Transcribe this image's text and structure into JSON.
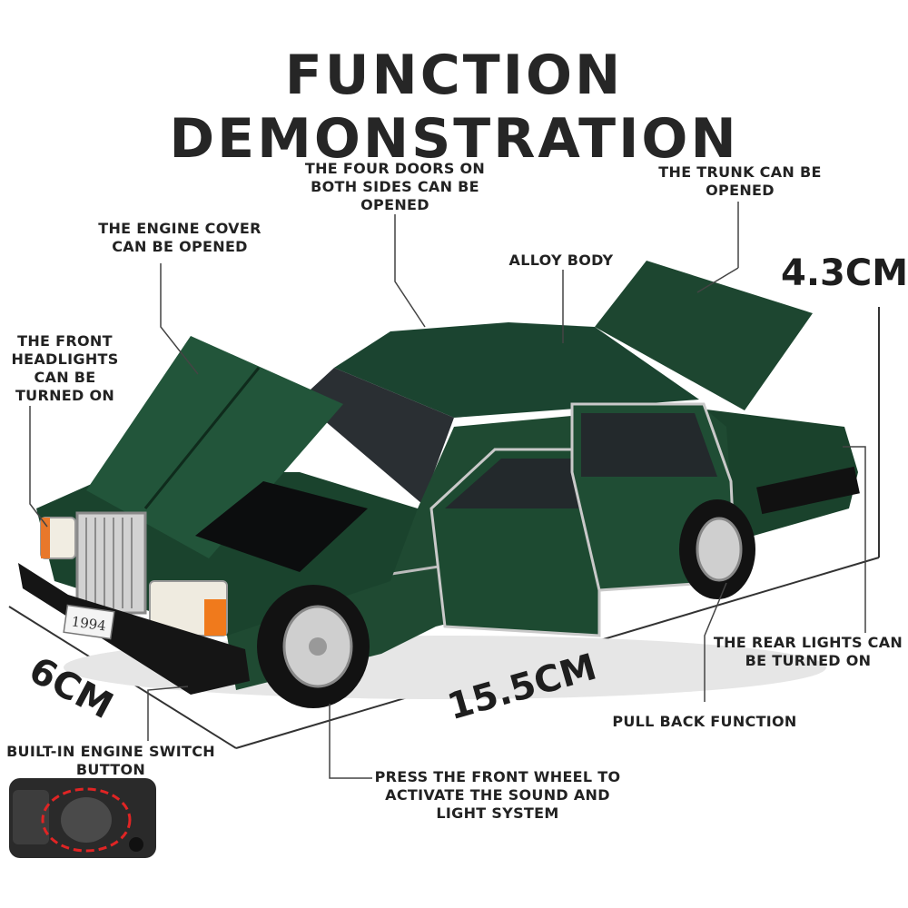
{
  "header": {
    "title": "FUNCTION DEMONSTRATION"
  },
  "labels": {
    "doors": "THE FOUR DOORS ON\nBOTH SIDES CAN BE\nOPENED",
    "trunk": "THE TRUNK CAN BE\nOPENED",
    "engine_cover": "THE ENGINE COVER\nCAN BE OPENED",
    "alloy": "ALLOY BODY",
    "headlights": "THE FRONT\nHEADLIGHTS\nCAN BE\nTURNED ON",
    "rear_lights": "THE REAR LIGHTS CAN\nBE TURNED ON",
    "pull_back": "PULL BACK FUNCTION",
    "engine_switch": "BUILT-IN ENGINE SWITCH\nBUTTON",
    "front_wheel": "PRESS THE FRONT WHEEL TO\nACTIVATE THE SOUND AND\nLIGHT SYSTEM"
  },
  "dimensions": {
    "height": "4.3CM",
    "width": "6CM",
    "length": "15.5CM"
  },
  "plate": "1994",
  "colors": {
    "body": "#1f4a32",
    "body_dark": "#0f2b1c",
    "chrome": "#c9c9c9",
    "line": "#444444"
  }
}
